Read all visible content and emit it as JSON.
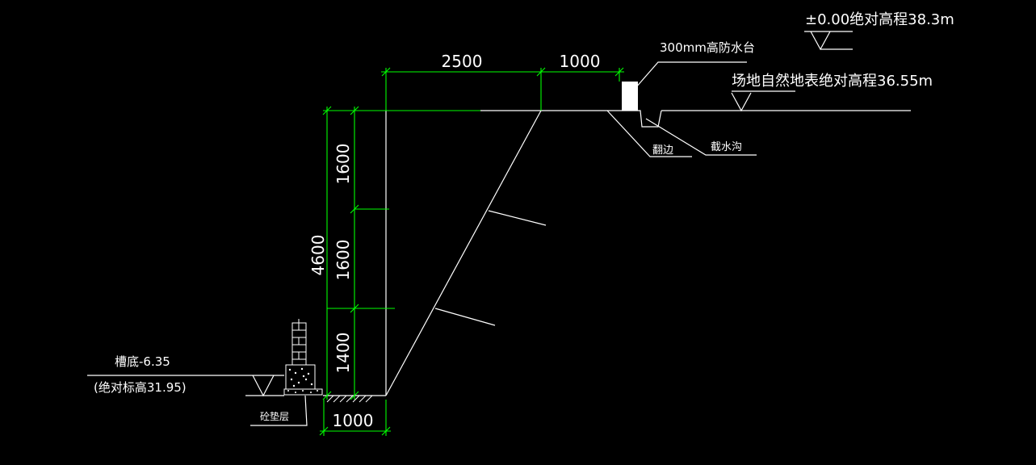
{
  "drawing": {
    "dimensions": {
      "top_left": "2500",
      "top_right": "1000",
      "total_height": "4600",
      "seg_top": "1600",
      "seg_mid": "1600",
      "seg_bottom": "1400",
      "base_width": "1000"
    },
    "labels": {
      "elevation_zero": "±0.00绝对高程38.3m",
      "site_surface": "场地自然地表绝对高程36.55m",
      "flood_wall": "300mm高防水台",
      "edge": "翻边",
      "drain": "截水沟",
      "pit_bottom": "槽底-6.35",
      "pit_bottom_abs": "(绝对标高31.95)",
      "cushion": "砼垫层"
    },
    "colors": {
      "background": "#000000",
      "line": "#ffffff",
      "dimension": "#00ff00"
    }
  }
}
